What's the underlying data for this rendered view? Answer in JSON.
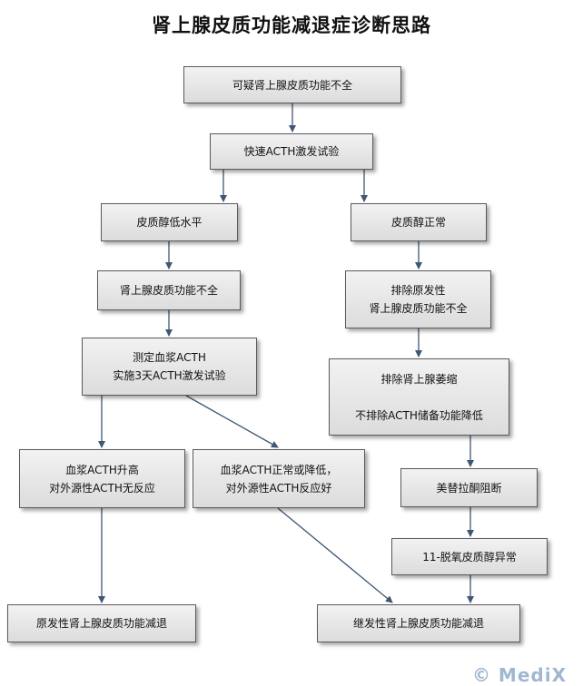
{
  "title": "肾上腺皮质功能减退症诊断思路",
  "nodes": {
    "suspect": "可疑肾上腺皮质功能不全",
    "acth_test": "快速ACTH激发试验",
    "cortisol_low": "皮质醇低水平",
    "cortisol_normal": "皮质醇正常",
    "adrenal_insufficiency": "肾上腺皮质功能不全",
    "exclude_primary": "排除原发性\n肾上腺皮质功能不全",
    "measure_acth": "测定血浆ACTH\n实施3天ACTH激发试验",
    "exclude_atrophy": "排除肾上腺萎缩\n\n不排除ACTH储备功能降低",
    "acth_high": "血浆ACTH升高\n对外源性ACTH无反应",
    "acth_normal_low": "血浆ACTH正常或降低，\n对外源性ACTH反应好",
    "metyrapone": "美替拉酮阻断",
    "deoxycortisol": "11-脱氧皮质醇异常",
    "primary": "原发性肾上腺皮质功能减退",
    "secondary": "继发性肾上腺皮质功能减退"
  },
  "watermark": "© MediX"
}
